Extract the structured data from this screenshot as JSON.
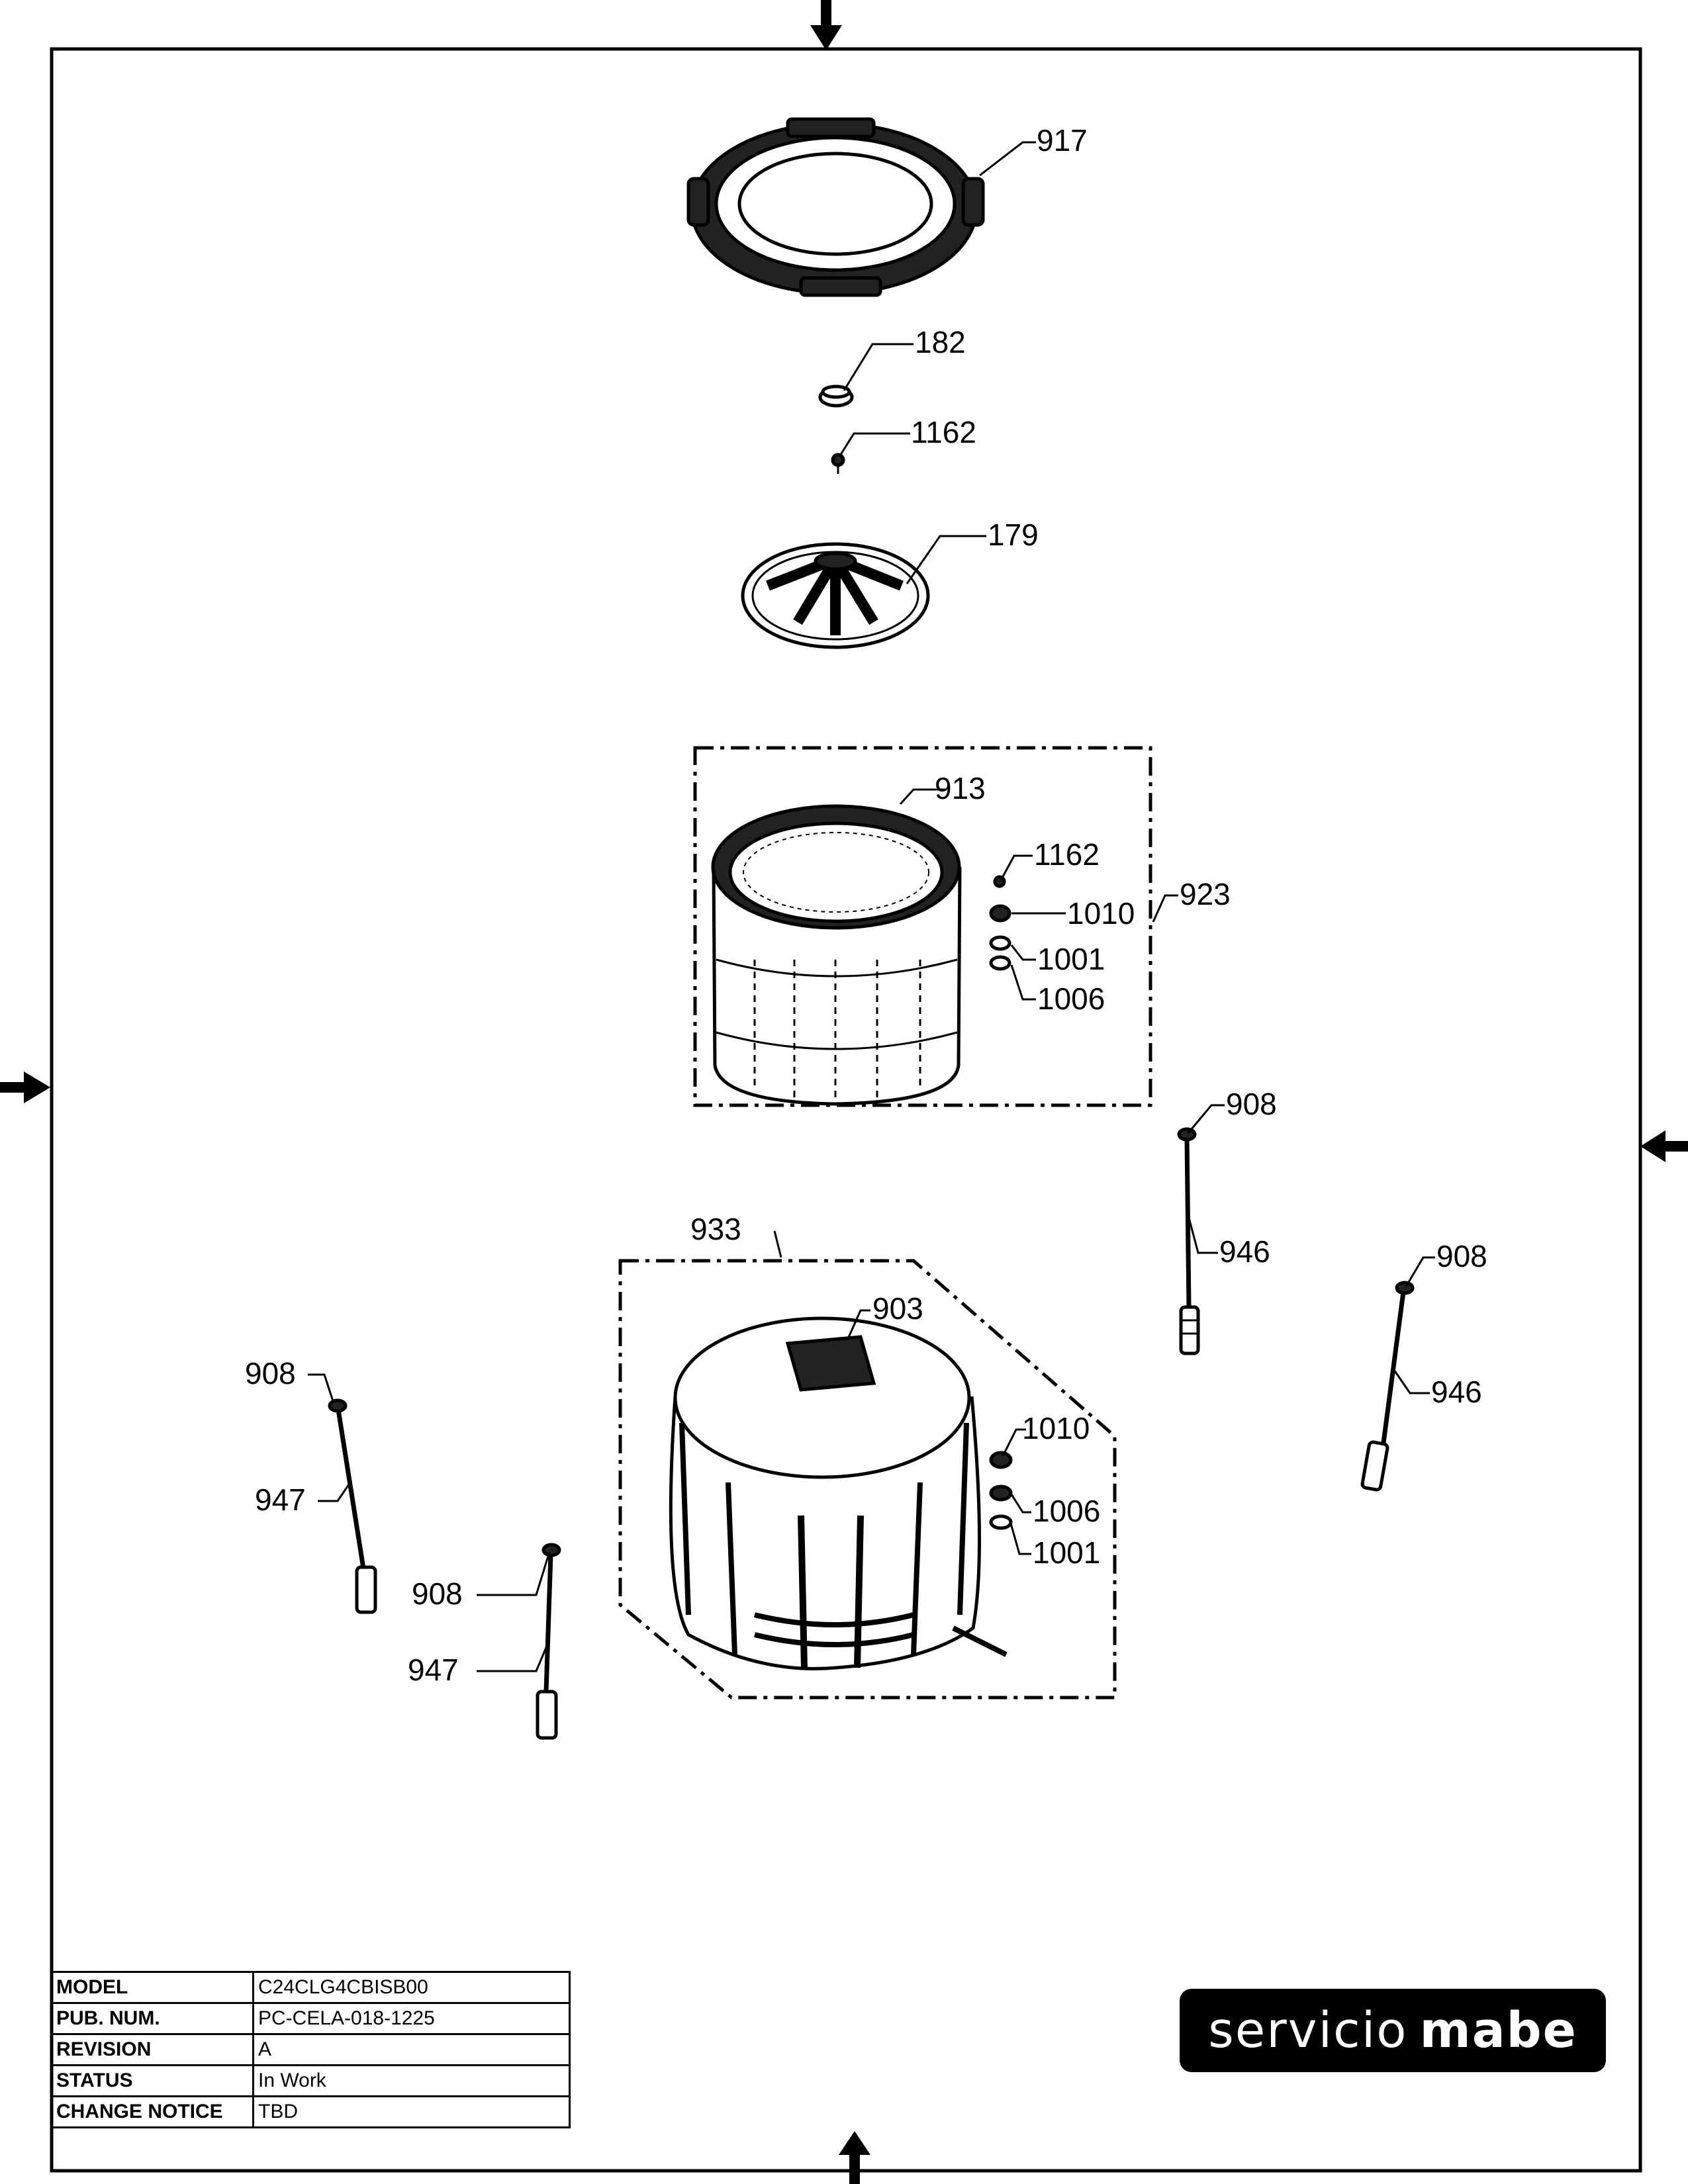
{
  "diagram": {
    "callouts": {
      "c917": "917",
      "c182": "182",
      "c1162a": "1162",
      "c179": "179",
      "c913": "913",
      "c1162b": "1162",
      "c1010a": "1010",
      "c923": "923",
      "c1001a": "1001",
      "c1006a": "1006",
      "c908a": "908",
      "c946a": "946",
      "c933": "933",
      "c903": "903",
      "c908b": "908",
      "c946b": "946",
      "c908c": "908",
      "c1010b": "1010",
      "c947a": "947",
      "c1006b": "1006",
      "c908d": "908",
      "c1001b": "1001",
      "c947b": "947"
    }
  },
  "title_block": {
    "rows": [
      {
        "label": "MODEL",
        "value": "C24CLG4CBISB00"
      },
      {
        "label": "PUB. NUM.",
        "value": "PC-CELA-018-1225"
      },
      {
        "label": "REVISION",
        "value": "A"
      },
      {
        "label": "STATUS",
        "value": "In Work"
      },
      {
        "label": "CHANGE NOTICE",
        "value": "TBD"
      }
    ]
  },
  "logo": {
    "part1": "servicio",
    "part2": "mabe"
  }
}
